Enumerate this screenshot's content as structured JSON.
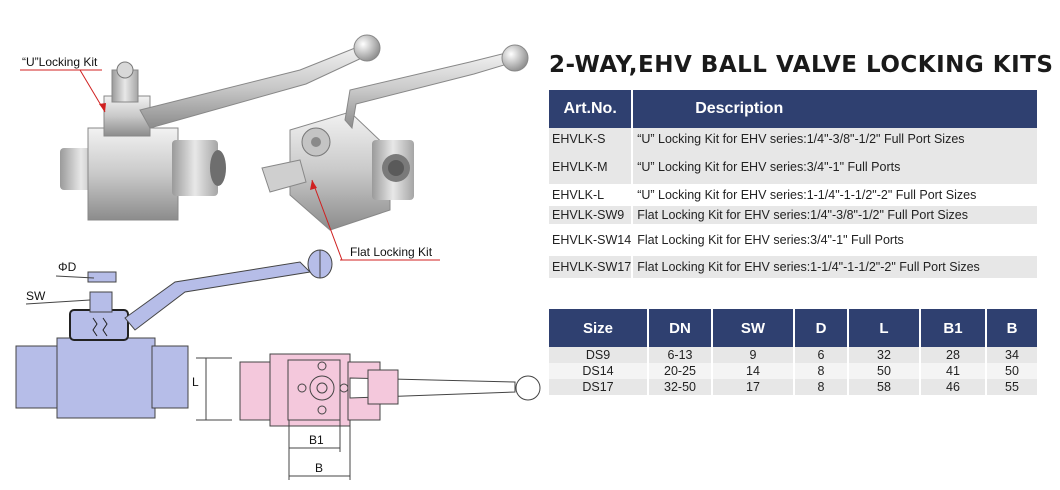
{
  "title": "2-WAY,EHV BALL VALVE LOCKING KITS",
  "labels": {
    "u_locking_kit": "“U”Locking Kit",
    "flat_locking_kit": "Flat Locking Kit",
    "phi_d": "ΦD",
    "sw": "SW",
    "l": "L",
    "b1": "B1",
    "b": "B"
  },
  "kits_table": {
    "headers": [
      "Art.No.",
      "Description"
    ],
    "rows": [
      {
        "code": "EHVLK-S",
        "desc": "“U” Locking Kit for EHV series:1/4\"-3/8\"-1/2\" Full Port Sizes"
      },
      {
        "code": "EHVLK-M",
        "desc": "“U” Locking Kit for EHV series:3/4\"-1\" Full Ports"
      },
      {
        "code": "EHVLK-L",
        "desc": "“U” Locking Kit for EHV series:1-1/4\"-1-1/2\"-2\" Full Port Sizes"
      },
      {
        "code": "EHVLK-SW9",
        "desc": "Flat Locking Kit for EHV series:1/4\"-3/8\"-1/2\" Full Port Sizes"
      },
      {
        "code": "EHVLK-SW14",
        "desc": "Flat Locking Kit for EHV series:3/4\"-1\" Full Ports"
      },
      {
        "code": "EHVLK-SW17",
        "desc": "Flat Locking Kit for EHV series:1-1/4\"-1-1/2\"-2\" Full Port Sizes"
      }
    ]
  },
  "size_table": {
    "headers": [
      "Size",
      "DN",
      "SW",
      "D",
      "L",
      "B1",
      "B"
    ],
    "rows": [
      [
        "DS9",
        "6-13",
        "9",
        "6",
        "32",
        "28",
        "34"
      ],
      [
        "DS14",
        "20-25",
        "14",
        "8",
        "50",
        "41",
        "50"
      ],
      [
        "DS17",
        "32-50",
        "17",
        "8",
        "58",
        "46",
        "55"
      ]
    ]
  },
  "colors": {
    "header_navy": "#2f4070",
    "row_gray": "#e7e7e7",
    "drawing_blue": "#b6bde8",
    "drawing_pink": "#f4c8dc",
    "callout_red": "#d02020"
  }
}
